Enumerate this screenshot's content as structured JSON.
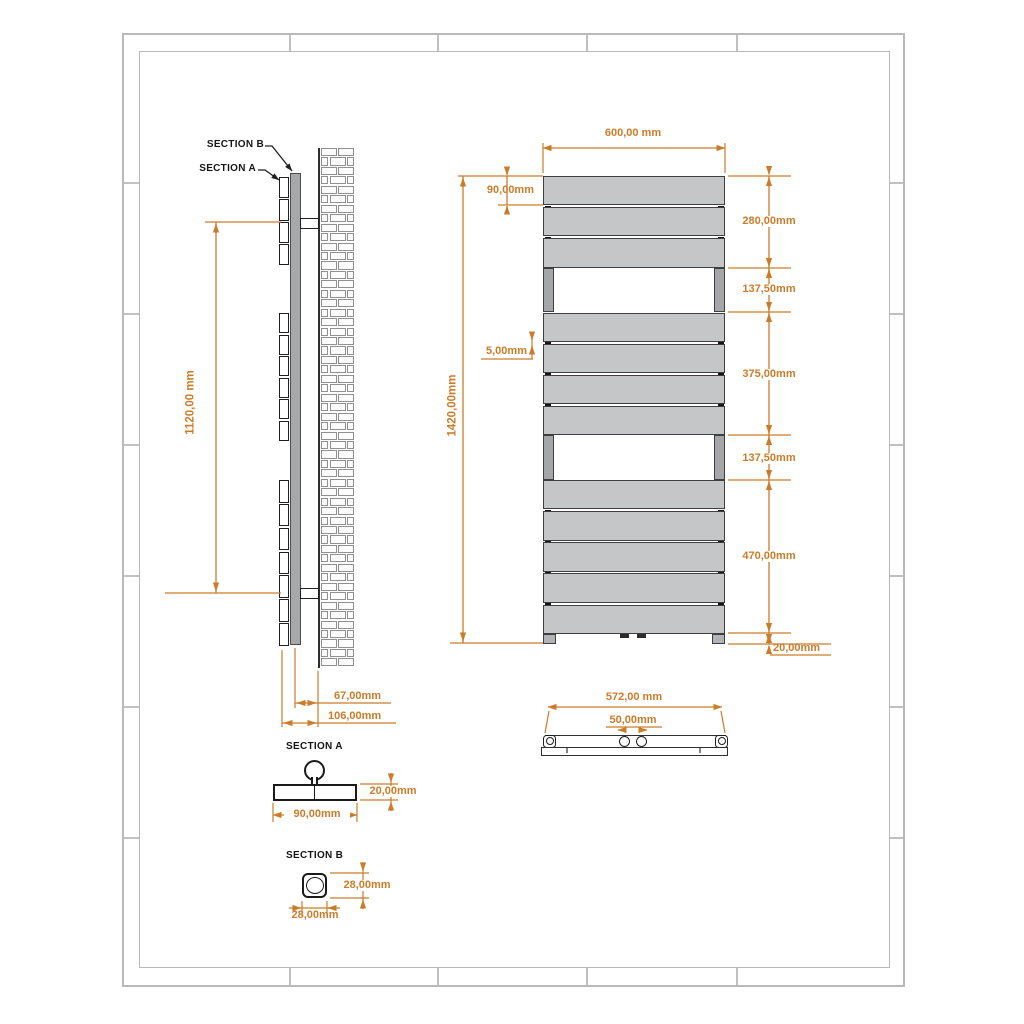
{
  "drawing": {
    "side_view": {
      "callout_section_b": "SECTION B",
      "callout_section_a": "SECTION A",
      "dim_height": "1120,00 mm",
      "dim_depth_wall": "67,00mm",
      "dim_depth_total": "106,00mm",
      "slat_groups": [
        4,
        6,
        7
      ]
    },
    "front_view": {
      "dim_width": "600,00 mm",
      "dim_top_panel": "90,00mm",
      "dim_total_height": "1420,00mm",
      "dim_panel_gap": "5,00mm",
      "dim_right_1": "280,00mm",
      "dim_right_2": "137,50mm",
      "dim_right_3": "375,00mm",
      "dim_right_4": "137,50mm",
      "dim_right_5": "470,00mm",
      "dim_right_6": "20,00mm",
      "panel_groups": [
        3,
        4,
        5
      ]
    },
    "bottom_view": {
      "dim_width": "572,00 mm",
      "dim_valve_spacing": "50,00mm"
    },
    "section_a": {
      "title": "SECTION A",
      "dim_height": "20,00mm",
      "dim_width": "90,00mm"
    },
    "section_b": {
      "title": "SECTION B",
      "dim_height": "28,00mm",
      "dim_width": "28,00mm"
    },
    "colors": {
      "dimension_orange": "#cc7c28",
      "panel_gray": "#c5c6c8",
      "rail_gray": "#a5a6a8",
      "line_dark": "#1f1f1f",
      "frame_gray": "#b9b9b9"
    }
  }
}
